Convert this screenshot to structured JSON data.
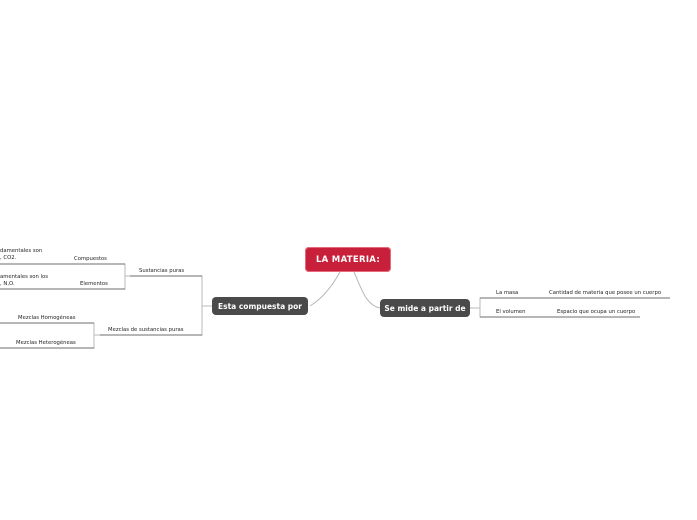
{
  "root": {
    "title": "LA MATERIA:"
  },
  "branches": {
    "compuesta": {
      "label": "Esta compuesta por",
      "sustancias": {
        "label": "Sustancias puras",
        "compuestos": {
          "label": "Compuestos",
          "desc_line1": "damentales son",
          "desc_line2": ", CO2."
        },
        "elementos": {
          "label": "Elementos",
          "desc_line1": "amentales son los",
          "desc_line2": ", N,O."
        }
      },
      "mezclas": {
        "label": "Mezclas de sustancias puras",
        "homogeneas": "Mezclas Homogéneas",
        "heterogeneas": "Mezclas Heterogéneas"
      }
    },
    "mide": {
      "label": "Se mide a partir de",
      "masa": {
        "label": "La masa",
        "desc": "Cantidad de materia que posee un cuerpo"
      },
      "volumen": {
        "label": "El volumen",
        "desc": "Espacio que ocupa un cuerpo"
      }
    }
  },
  "colors": {
    "root": "#c8203a",
    "node": "#4a4a4a",
    "line": "#b8b8b8"
  }
}
